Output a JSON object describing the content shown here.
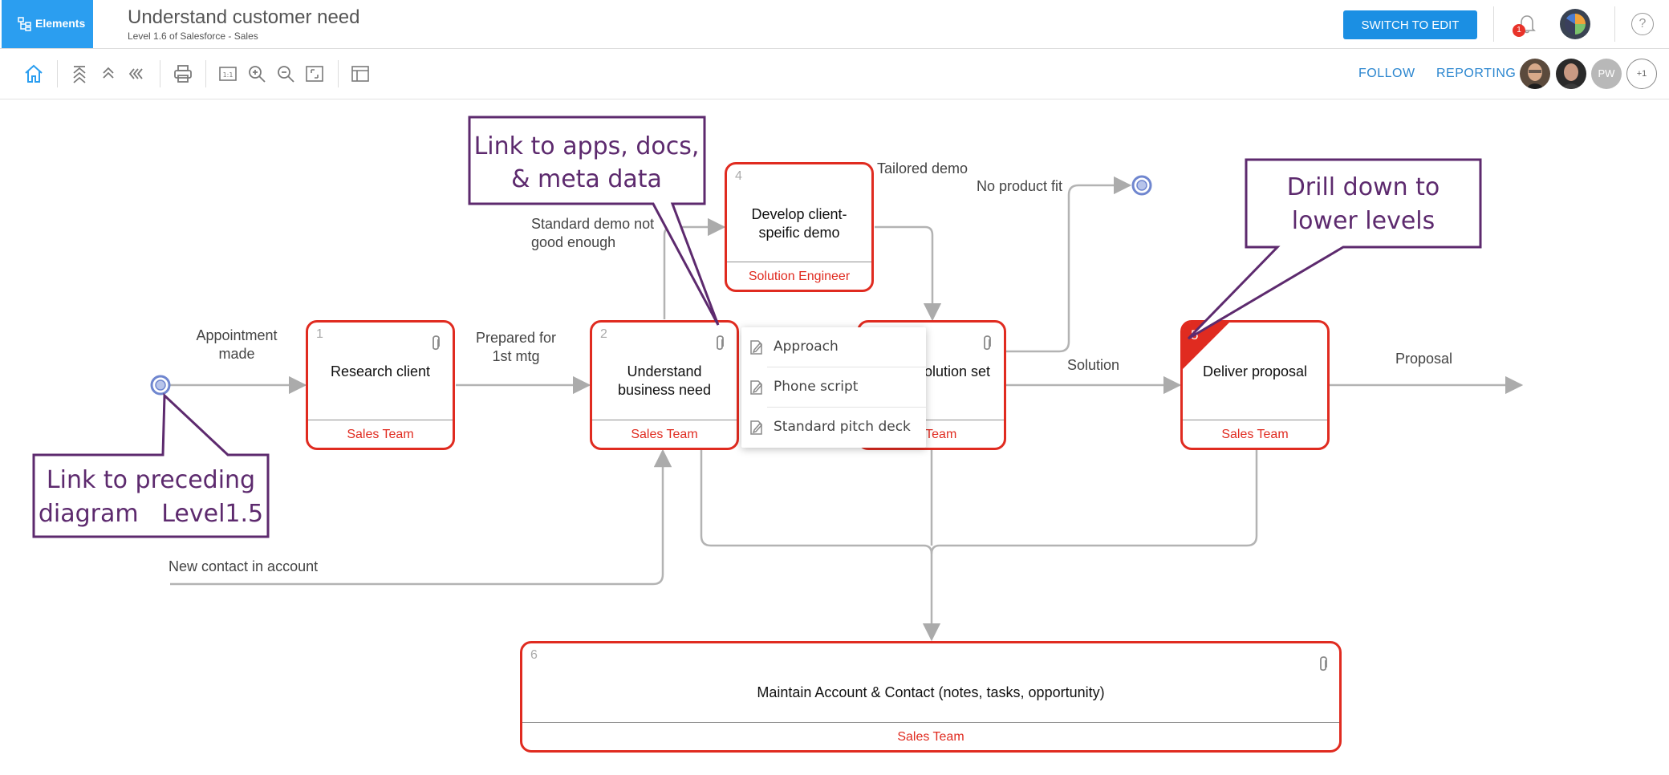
{
  "app": {
    "logo_text": "Elements",
    "title": "Understand customer need",
    "subtitle": "Level 1.6 of Salesforce - Sales",
    "switch_button": "SWITCH TO EDIT",
    "notification_count": "1",
    "help_symbol": "?"
  },
  "toolbar": {
    "icons": [
      "home-icon",
      "level-top-icon",
      "level-up-icon",
      "back-icon",
      "print-icon",
      "actual-size-icon",
      "zoom-in-icon",
      "zoom-out-icon",
      "fit-to-screen-icon",
      "panel-toggle-icon"
    ],
    "follow": "FOLLOW",
    "reporting": "REPORTING",
    "collaborators": [
      "PW"
    ],
    "more_collaborators": "+1"
  },
  "diagram": {
    "activities": [
      {
        "num": "1",
        "title": "Research client",
        "role": "Sales Team",
        "has_attachment": true
      },
      {
        "num": "2",
        "title": "Understand business need",
        "role": "Sales Team",
        "has_attachment": true
      },
      {
        "num": "4",
        "title": "Develop client-speific demo",
        "role": "Solution Engineer",
        "has_attachment": false
      },
      {
        "num": "",
        "title": "solution set",
        "role": "s Team",
        "has_attachment": true
      },
      {
        "num": "5",
        "title": "Deliver proposal",
        "role": "Sales Team",
        "has_attachment": false
      },
      {
        "num": "6",
        "title": "Maintain Account & Contact (notes, tasks, opportunity)",
        "role": "Sales Team",
        "has_attachment": true
      }
    ],
    "flow_labels": {
      "appointment": "Appointment made",
      "prepared": "Prepared for 1st mtg",
      "standard_demo": "Standard demo not good enough",
      "tailored_demo": "Tailored demo",
      "no_product_fit": "No product fit",
      "solution": "Solution",
      "proposal": "Proposal",
      "new_contact": "New contact in account"
    },
    "attachments_popup": [
      "Approach",
      "Phone script",
      "Standard pitch deck"
    ],
    "callouts": {
      "apps_docs": [
        "Link to apps, docs,",
        "& meta data"
      ],
      "drill_down": [
        "Drill down to",
        "lower levels"
      ],
      "preceding": [
        "Link to preceding",
        "diagram   Level1.5"
      ]
    }
  },
  "colors": {
    "brand": "#2b9ef0",
    "activity_border": "#e02b20",
    "role_text": "#e02b20",
    "event_circle": "#6f86cf",
    "callout": "#5d2a6e",
    "link_blue": "#2b86cf"
  }
}
